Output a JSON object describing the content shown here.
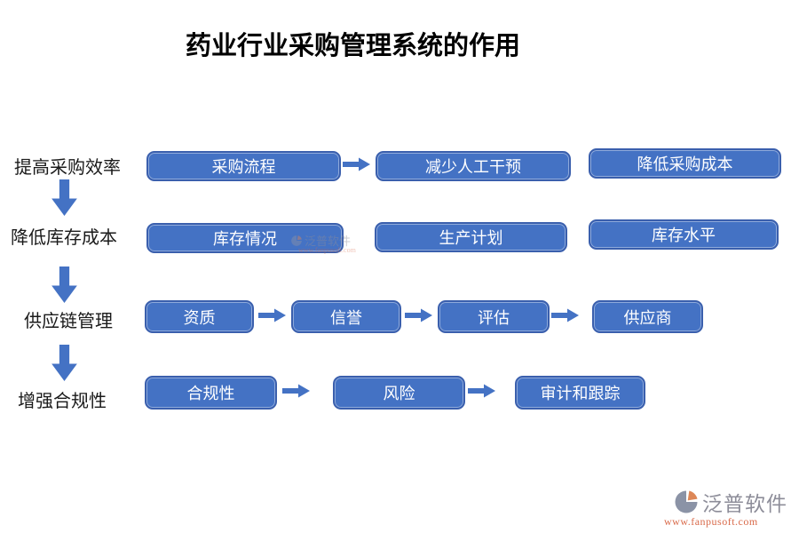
{
  "title": "药业行业采购管理系统的作用",
  "rows": [
    {
      "label": "提高采购效率",
      "nodes": [
        "采购流程",
        "减少人工干预",
        "降低采购成本"
      ]
    },
    {
      "label": "降低库存成本",
      "nodes": [
        "库存情况",
        "生产计划",
        "库存水平"
      ]
    },
    {
      "label": "供应链管理",
      "nodes": [
        "资质",
        "信誉",
        "评估",
        "供应商"
      ]
    },
    {
      "label": "增强合规性",
      "nodes": [
        "合规性",
        "风险",
        "审计和跟踪"
      ]
    }
  ],
  "watermark": {
    "text": "泛普软件",
    "url": "www.fanpusoft.com"
  },
  "logo": {
    "brand": "泛普软件",
    "url": "www.fanpusoft.com"
  },
  "colors": {
    "box_fill": "#4472C4",
    "box_border": "#3A5FAD",
    "arrow": "#4472C4",
    "box_text": "#FFFFFF",
    "label_text": "#1A1A1A",
    "title_text": "#000000",
    "logo_gray": "#8D8D99",
    "logo_orange": "#D96A4A"
  }
}
